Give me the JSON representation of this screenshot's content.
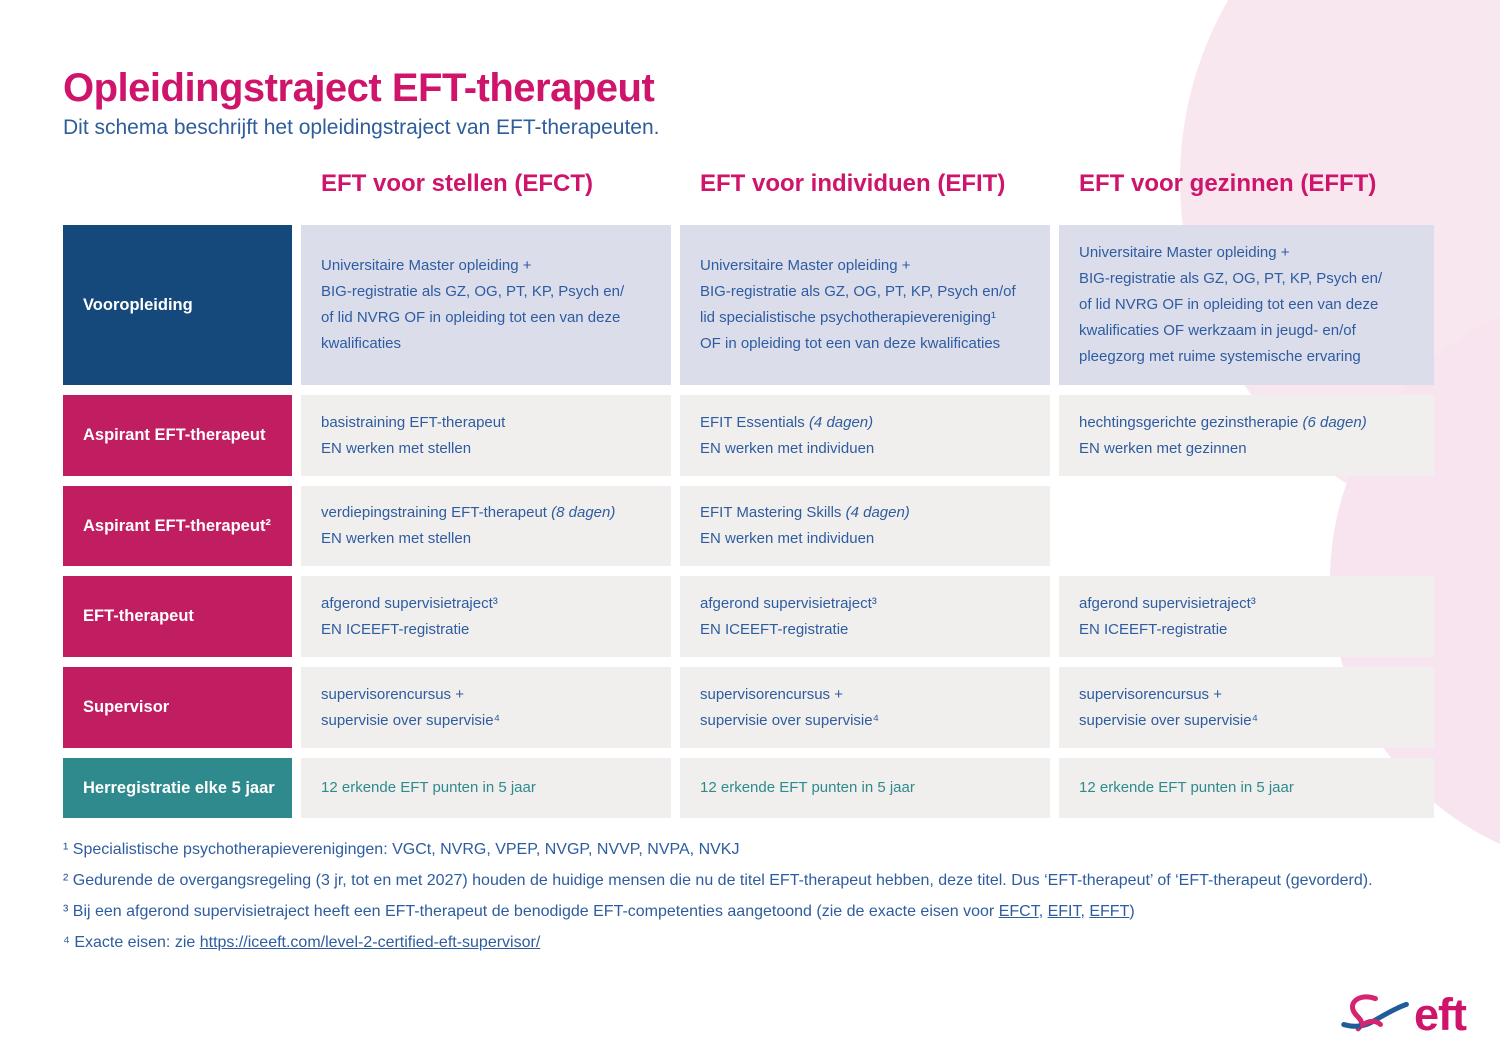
{
  "page": {
    "title": "Opleidingstraject EFT-therapeut",
    "subtitle": "Dit schema beschrijft het opleidingstraject van EFT-therapeuten."
  },
  "columns": [
    {
      "label": "EFT voor stellen (EFCT)"
    },
    {
      "label": "EFT voor individuen (EFIT)"
    },
    {
      "label": "EFT voor gezinnen (EFFT)"
    }
  ],
  "rows": [
    {
      "header": "Vooropleiding",
      "header_color": "#16497B",
      "cell_bg": "#DBDDEB",
      "text_color": "#2E5CA0",
      "height": 160,
      "cells": [
        {
          "lines": [
            [
              {
                "text": "Universitaire Master opleiding +"
              }
            ],
            [
              {
                "text": "BIG-registratie als GZ, OG, PT, KP, Psych en/"
              }
            ],
            [
              {
                "text": "of lid NVRG OF in opleiding tot een van deze"
              }
            ],
            [
              {
                "text": "kwalificaties"
              }
            ]
          ]
        },
        {
          "lines": [
            [
              {
                "text": "Universitaire Master opleiding +"
              }
            ],
            [
              {
                "text": "BIG-registratie als GZ, OG, PT, KP, Psych en/of"
              }
            ],
            [
              {
                "text": "lid specialistische psychotherapievereniging¹"
              }
            ],
            [
              {
                "text": "OF in opleiding tot een van deze kwalificaties"
              }
            ]
          ]
        },
        {
          "lines": [
            [
              {
                "text": "Universitaire Master opleiding +"
              }
            ],
            [
              {
                "text": "BIG-registratie als GZ, OG, PT, KP, Psych en/"
              }
            ],
            [
              {
                "text": "of lid NVRG OF in opleiding tot een van deze"
              }
            ],
            [
              {
                "text": "kwalificaties OF werkzaam in jeugd- en/of"
              }
            ],
            [
              {
                "text": "pleegzorg met ruime systemische ervaring"
              }
            ]
          ]
        }
      ]
    },
    {
      "header": "Aspirant EFT-therapeut",
      "header_color": "#C01E60",
      "cell_bg": "#F1EFED",
      "text_color": "#2E5CA0",
      "height": 81,
      "cells": [
        {
          "lines": [
            [
              {
                "text": "basistraining EFT-therapeut"
              }
            ],
            [
              {
                "text": "EN werken met stellen"
              }
            ]
          ]
        },
        {
          "lines": [
            [
              {
                "text": "EFIT Essentials "
              },
              {
                "text": "(4 dagen)",
                "italic": true
              }
            ],
            [
              {
                "text": "EN werken met individuen"
              }
            ]
          ]
        },
        {
          "lines": [
            [
              {
                "text": "hechtingsgerichte gezinstherapie "
              },
              {
                "text": "(6 dagen)",
                "italic": true
              }
            ],
            [
              {
                "text": "EN werken met gezinnen"
              }
            ]
          ]
        }
      ]
    },
    {
      "header": "Aspirant EFT-therapeut²",
      "header_color": "#C01E60",
      "cell_bg": "#F1EFED",
      "text_color": "#2E5CA0",
      "height": 80,
      "cells": [
        {
          "lines": [
            [
              {
                "text": "verdiepingstraining EFT-therapeut "
              },
              {
                "text": "(8 dagen)",
                "italic": true
              }
            ],
            [
              {
                "text": "EN werken met stellen"
              }
            ]
          ]
        },
        {
          "lines": [
            [
              {
                "text": "EFIT Mastering Skills "
              },
              {
                "text": "(4 dagen)",
                "italic": true
              }
            ],
            [
              {
                "text": "EN werken met individuen"
              }
            ]
          ]
        },
        null
      ]
    },
    {
      "header": "EFT-therapeut",
      "header_color": "#C01E60",
      "cell_bg": "#F1EFED",
      "text_color": "#2E5CA0",
      "height": 81,
      "cells": [
        {
          "lines": [
            [
              {
                "text": "afgerond supervisietraject³"
              }
            ],
            [
              {
                "text": "EN ICEEFT-registratie"
              }
            ]
          ]
        },
        {
          "lines": [
            [
              {
                "text": "afgerond supervisietraject³"
              }
            ],
            [
              {
                "text": "EN ICEEFT-registratie"
              }
            ]
          ]
        },
        {
          "lines": [
            [
              {
                "text": "afgerond supervisietraject³"
              }
            ],
            [
              {
                "text": "EN ICEEFT-registratie"
              }
            ]
          ]
        }
      ]
    },
    {
      "header": "Supervisor",
      "header_color": "#C01E60",
      "cell_bg": "#F1EFED",
      "text_color": "#2E5CA0",
      "height": 81,
      "cells": [
        {
          "lines": [
            [
              {
                "text": "supervisorencursus +"
              }
            ],
            [
              {
                "text": "supervisie over supervisie⁴"
              }
            ]
          ]
        },
        {
          "lines": [
            [
              {
                "text": "supervisorencursus +"
              }
            ],
            [
              {
                "text": "supervisie over supervisie⁴"
              }
            ]
          ]
        },
        {
          "lines": [
            [
              {
                "text": "supervisorencursus +"
              }
            ],
            [
              {
                "text": "supervisie over supervisie⁴"
              }
            ]
          ]
        }
      ]
    },
    {
      "header": "Herregistratie elke 5 jaar",
      "header_color": "#2E8A8D",
      "cell_bg": "#F1EFED",
      "text_color": "#2E8A8D",
      "height": 60,
      "cells": [
        {
          "lines": [
            [
              {
                "text": "12 erkende EFT punten in 5 jaar"
              }
            ]
          ]
        },
        {
          "lines": [
            [
              {
                "text": "12 erkende EFT punten in 5 jaar"
              }
            ]
          ]
        },
        {
          "lines": [
            [
              {
                "text": "12 erkende EFT punten in 5 jaar"
              }
            ]
          ]
        }
      ]
    }
  ],
  "footnotes": [
    [
      {
        "text": "¹ Specialistische psychotherapieverenigingen: VGCt, NVRG, VPEP, NVGP, NVVP, NVPA, NVKJ"
      }
    ],
    [
      {
        "text": "² Gedurende de overgangsregeling (3 jr, tot en met 2027) houden de huidige mensen die nu de titel EFT-therapeut hebben, deze titel. Dus ‘EFT-therapeut’ of ‘EFT-therapeut (gevorderd)."
      }
    ],
    [
      {
        "text": "³ Bij een afgerond supervisietraject heeft een EFT-therapeut de benodigde EFT-competenties aangetoond (zie de exacte eisen voor "
      },
      {
        "text": "EFCT",
        "underline": true
      },
      {
        "text": ", "
      },
      {
        "text": "EFIT",
        "underline": true
      },
      {
        "text": ", "
      },
      {
        "text": "EFFT",
        "underline": true
      },
      {
        "text": ")"
      }
    ],
    [
      {
        "text": "⁴ Exacte eisen: zie "
      },
      {
        "text": "https://iceeft.com/level-2-certified-eft-supervisor/",
        "underline": true
      }
    ]
  ],
  "logo": {
    "text": "eft"
  },
  "colors": {
    "accent_magenta": "#CE146B",
    "header_dark_blue": "#16497B",
    "header_crimson": "#C01E60",
    "header_teal": "#2E8A8D",
    "cell_lavender": "#DBDDEB",
    "cell_grey": "#F1EFED",
    "body_text_blue": "#2E5CA0",
    "teal_text": "#2E8A8D",
    "background_pink": "#F9E7F0"
  }
}
